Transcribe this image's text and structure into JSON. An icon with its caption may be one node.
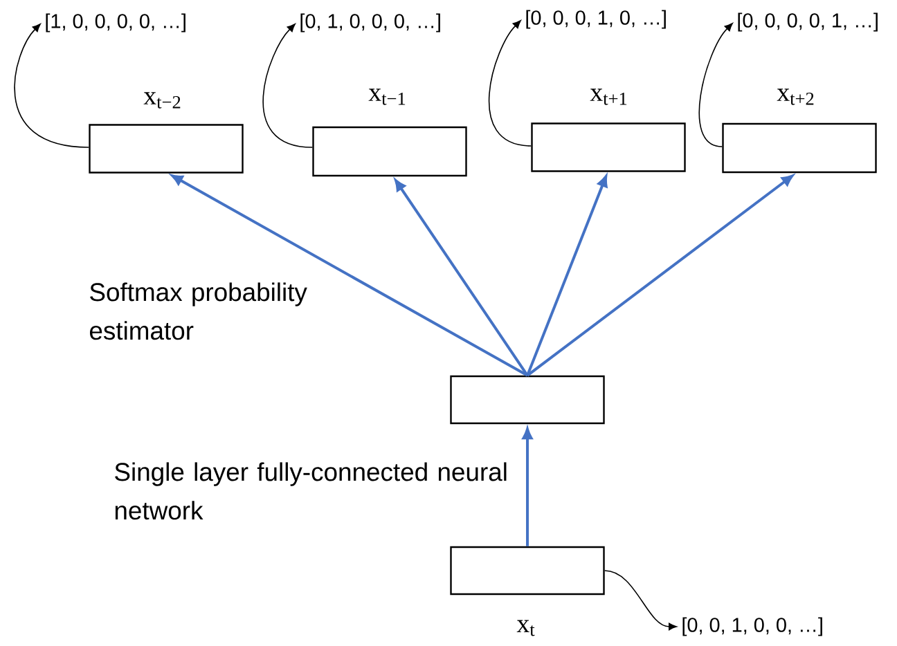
{
  "diagram": {
    "nodes": [
      {
        "text": [
          "x$_{t−2}$"
        ]
      },
      {
        "text": [
          "x$_{t−1}$"
        ]
      },
      {
        "text": [
          "x$_{t+1}$"
        ]
      },
      {
        "text": [
          "x$_{t+2}$"
        ]
      },
      {
        "text": [],
        "shape": "box"
      },
      {
        "text": [
          "x$_{t}$"
        ]
      },
      {
        "text": [
          "[1, 0, 0, 0, 0, …]"
        ]
      },
      {
        "text": [
          "[0, 1, 0, 0, 0, …]"
        ]
      },
      {
        "text": [
          "[0, 0, 0, 1, 0, …]"
        ]
      },
      {
        "text": [
          "[0, 0, 0, 0, 1, …]"
        ]
      },
      {
        "text": [
          "[0, 0, 1, 0, 0, …]"
        ]
      }
    ],
    "edges": [
      {
        "from": 5,
        "to": 4,
        "arrow": "to",
        "style": "thick",
        "color": "#4472c4"
      },
      {
        "from": 4,
        "to": 0,
        "arrow": "to",
        "style": "thick",
        "color": "#4472c4"
      },
      {
        "from": 4,
        "to": 1,
        "arrow": "to",
        "style": "thick",
        "color": "#4472c4"
      },
      {
        "from": 4,
        "to": 2,
        "arrow": "to",
        "style": "thick",
        "color": "#4472c4"
      },
      {
        "from": 4,
        "to": 3,
        "arrow": "to",
        "style": "thick",
        "color": "#4472c4"
      },
      {
        "from": 0,
        "to": 6,
        "arrow": "to",
        "color": "#000000"
      },
      {
        "from": 1,
        "to": 7,
        "arrow": "to",
        "color": "#000000"
      },
      {
        "from": 2,
        "to": 8,
        "arrow": "to",
        "color": "#000000"
      },
      {
        "from": 3,
        "to": 9,
        "arrow": "to",
        "color": "#000000"
      },
      {
        "from": 5,
        "to": 10,
        "arrow": "to",
        "color": "#000000"
      }
    ],
    "labels": [
      "Softmax probability estimator",
      "Single layer fully-connected neural network"
    ]
  }
}
